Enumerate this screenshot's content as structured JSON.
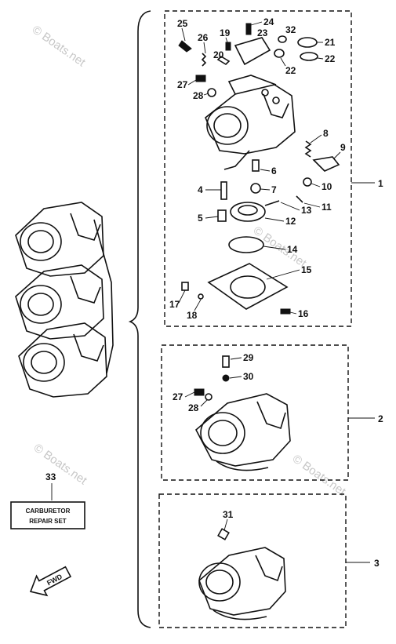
{
  "watermark": "© Boats.net",
  "groups": [
    {
      "id": "1",
      "label": "1"
    },
    {
      "id": "2",
      "label": "2"
    },
    {
      "id": "3",
      "label": "3"
    }
  ],
  "part_labels": {
    "p1": "1",
    "p2": "2",
    "p3": "3",
    "p4": "4",
    "p5": "5",
    "p6": "6",
    "p7": "7",
    "p8": "8",
    "p9": "9",
    "p10": "10",
    "p11": "11",
    "p12": "12",
    "p13": "13",
    "p14": "14",
    "p15": "15",
    "p16": "16",
    "p17": "17",
    "p18": "18",
    "p19": "19",
    "p20": "20",
    "p21": "21",
    "p22a": "22",
    "p22b": "22",
    "p23": "23",
    "p24": "24",
    "p25": "25",
    "p26": "26",
    "p27a": "27",
    "p27b": "27",
    "p28a": "28",
    "p28b": "28",
    "p29": "29",
    "p30": "30",
    "p31": "31",
    "p32": "32",
    "p33": "33"
  },
  "repair_kit": {
    "line1": "CARBURETOR",
    "line2": "REPAIR SET"
  },
  "fwd_arrow": "FWD"
}
